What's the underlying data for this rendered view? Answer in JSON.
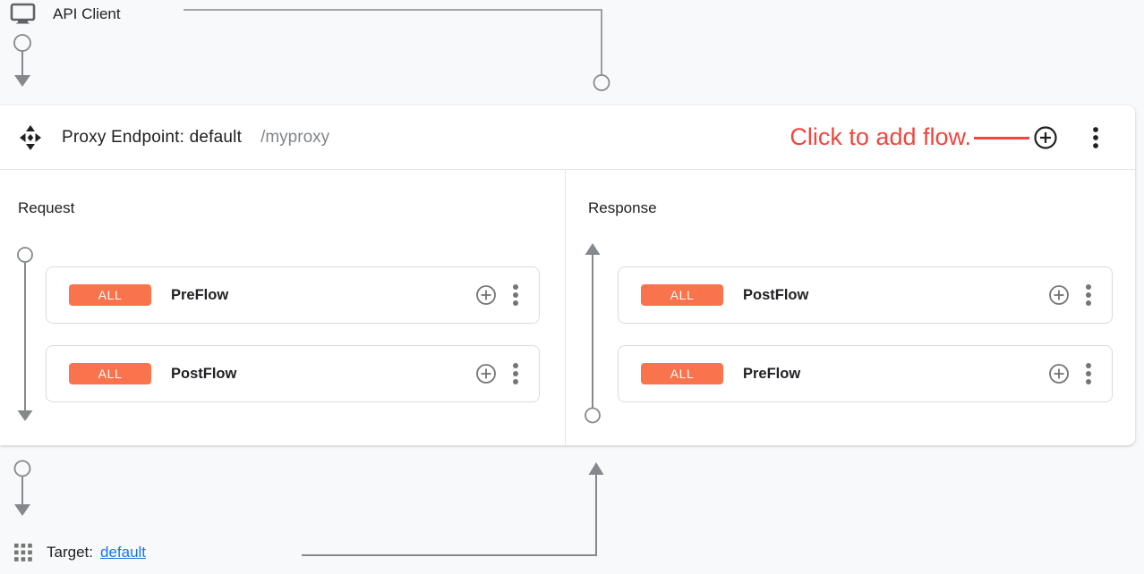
{
  "colors": {
    "background": "#F8F9FA",
    "panel": "#FFFFFF",
    "badge_orange": "#F9734C",
    "annotation_red": "#F1463E",
    "link_blue": "#1A73E8",
    "text_dark": "#202124",
    "text_gray": "#80868B",
    "connector_gray": "#85898E",
    "border_gray": "#DADCE0"
  },
  "api_client": {
    "label": "API Client"
  },
  "proxy_endpoint": {
    "title": "Proxy Endpoint: default",
    "basepath": "/myproxy",
    "annotation": "Click to add flow.",
    "request": {
      "label": "Request",
      "flows": [
        {
          "badge": "ALL",
          "name": "PreFlow"
        },
        {
          "badge": "ALL",
          "name": "PostFlow"
        }
      ]
    },
    "response": {
      "label": "Response",
      "flows": [
        {
          "badge": "ALL",
          "name": "PostFlow"
        },
        {
          "badge": "ALL",
          "name": "PreFlow"
        }
      ]
    }
  },
  "target": {
    "label": "Target:",
    "link_text": "default"
  }
}
